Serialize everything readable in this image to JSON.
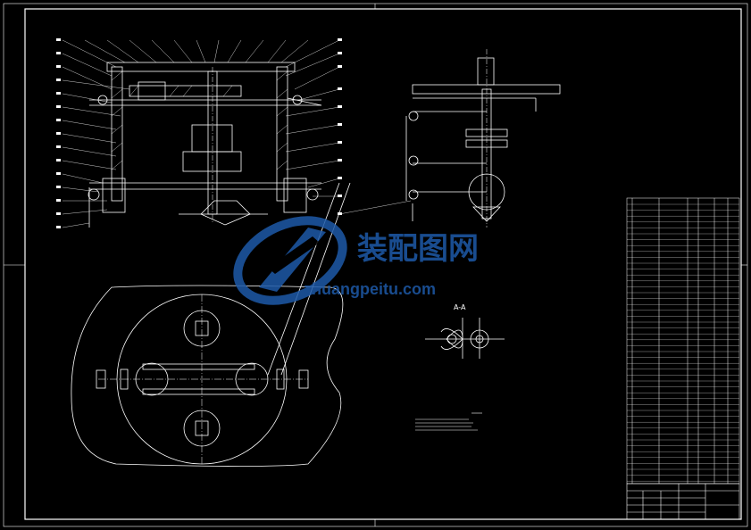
{
  "section_label": "A-A",
  "watermark": {
    "name_cn": "装配图网",
    "url": "zhuangpeitu.com"
  },
  "colors": {
    "background": "#000000",
    "line": "#ffffff",
    "watermark": "#1e5aa8"
  },
  "icons": {
    "watermark_logo": "stylized-Z-logo-icon"
  }
}
